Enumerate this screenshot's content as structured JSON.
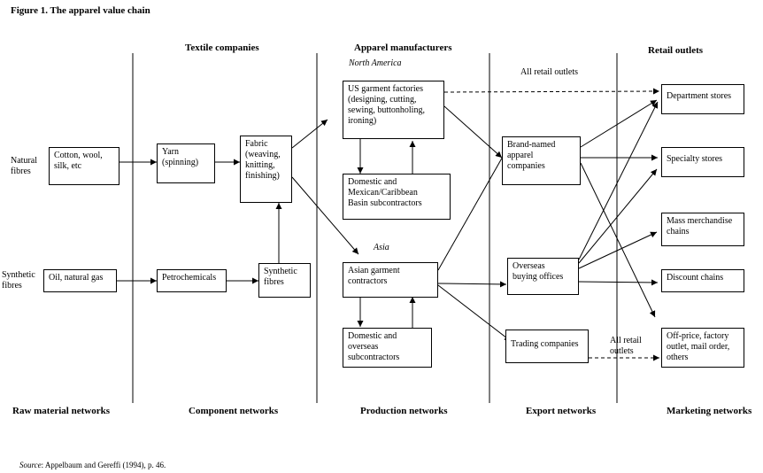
{
  "figure_title": "Figure 1. The apparel value chain",
  "column_headers": {
    "textile": "Textile companies",
    "apparel": "Apparel manufacturers",
    "retail": "Retail outlets"
  },
  "region_labels": {
    "north_america": "North America",
    "asia": "Asia"
  },
  "side_labels": {
    "natural": "Natural\nfibres",
    "synthetic": "Synthetic\nfibres",
    "all_retail_top": "All retail outlets",
    "all_retail_bottom": "All retail\noutlets"
  },
  "boxes": {
    "cotton": "Cotton, wool,\nsilk, etc",
    "oil": "Oil, natural gas",
    "yarn": "Yarn\n(spinning)",
    "petrochemicals": "Petrochemicals",
    "fabric": "Fabric\n(weaving,\nknitting,\nfinishing)",
    "synthetic_fibres": "Synthetic\nfibres",
    "us_factories": "US garment factories\n(designing, cutting,\nsewing, buttonholing,\nironing)",
    "domestic_mexican": "Domestic and\nMexican/Caribbean\nBasin subcontractors",
    "asian_contractors": "Asian garment\ncontractors",
    "domestic_overseas": "Domestic and\noverseas\nsubcontractors",
    "brand_named": "Brand-named\napparel\ncompanies",
    "overseas_buying": "Overseas\nbuying offices",
    "trading": "Trading companies",
    "department": "Department stores",
    "specialty": "Specialty stores",
    "mass": "Mass merchandise\nchains",
    "discount": "Discount chains",
    "offprice": "Off-price, factory\noutlet, mail order,\nothers"
  },
  "network_labels": {
    "raw": "Raw material networks",
    "component": "Component networks",
    "production": "Production networks",
    "export": "Export networks",
    "marketing": "Marketing networks"
  },
  "source": {
    "label": "Source",
    "text": ": Appelbaum and Gereffi (1994), p. 46."
  }
}
